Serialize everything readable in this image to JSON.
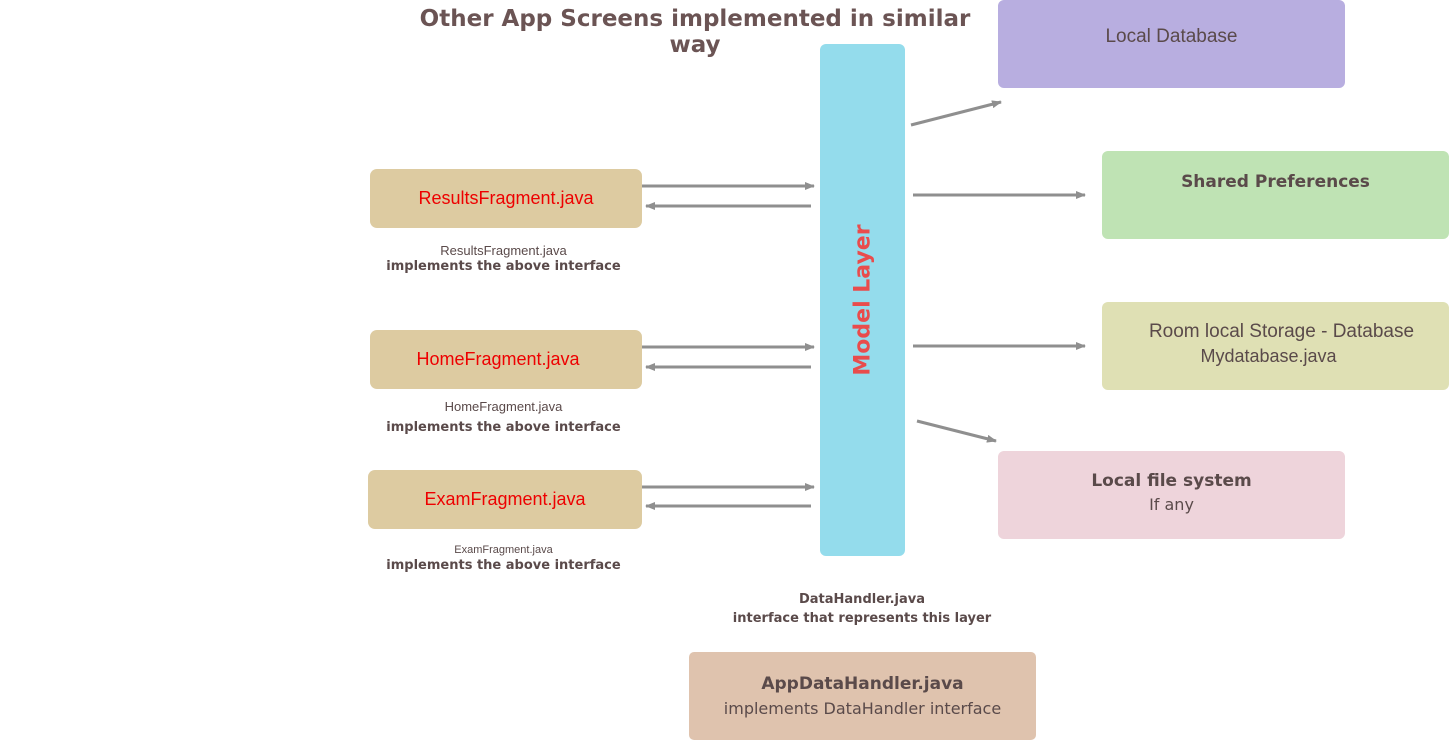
{
  "title": "Other App Screens implemented in similar way",
  "fragments": [
    {
      "name": "ResultsFragment.java",
      "caption_file": "ResultsFragment.java",
      "caption_impl": "implements the above interface"
    },
    {
      "name": "HomeFragment.java",
      "caption_file": "HomeFragment.java",
      "caption_impl": "implements the above interface"
    },
    {
      "name": "ExamFragment.java",
      "caption_file": "ExamFragment.java",
      "caption_impl": "implements the above interface"
    }
  ],
  "model_layer": {
    "label": "Model Layer",
    "caption_file": "DataHandler.java",
    "caption_desc": "interface that represents this layer"
  },
  "storage": [
    {
      "title": "Local Database",
      "subtitle": "",
      "color": "#b8aee0"
    },
    {
      "title": "Shared Preferences",
      "subtitle": "",
      "color": "#bfe3b4"
    },
    {
      "title": "Room local Storage - Database",
      "subtitle": "Mydatabase.java",
      "color": "#dfe0b4"
    },
    {
      "title": "Local file system",
      "subtitle": "If any",
      "color": "#eed4db"
    }
  ],
  "app_data_handler": {
    "title": "AppDataHandler.java",
    "subtitle": "implements DataHandler interface"
  },
  "colors": {
    "fragment_box": "#ddcba1",
    "fragment_text": "#ee0000",
    "model_layer": "#94dcec",
    "model_text": "#e94c4c",
    "arrow": "#8f8f8f",
    "text": "#5a4a4a"
  }
}
